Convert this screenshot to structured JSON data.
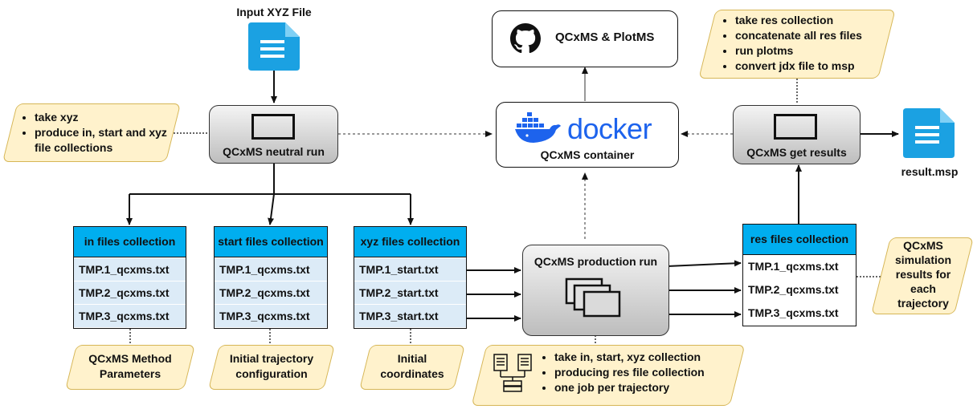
{
  "input_file": {
    "label": "Input XYZ File"
  },
  "result_file": {
    "label": "result.msp"
  },
  "neutral_run": {
    "label": "QCxMS neutral run"
  },
  "production_run": {
    "label": "QCxMS production run"
  },
  "get_results": {
    "label": "QCxMS get results"
  },
  "container": {
    "logo_text": "docker",
    "label": "QCxMS container"
  },
  "github": {
    "label": "QCxMS & PlotMS"
  },
  "collections": {
    "in_files": {
      "title": "in files collection",
      "rows": [
        "TMP.1_qcxms.txt",
        "TMP.2_qcxms.txt",
        "TMP.3_qcxms.txt"
      ]
    },
    "start_files": {
      "title": "start files collection",
      "rows": [
        "TMP.1_qcxms.txt",
        "TMP.2_qcxms.txt",
        "TMP.3_qcxms.txt"
      ]
    },
    "xyz_files": {
      "title": "xyz files collection",
      "rows": [
        "TMP.1_start.txt",
        "TMP.2_start.txt",
        "TMP.3_start.txt"
      ]
    },
    "res_files": {
      "title": "res files collection",
      "rows": [
        "TMP.1_qcxms.txt",
        "TMP.2_qcxms.txt",
        "TMP.3_qcxms.txt"
      ]
    }
  },
  "notes": {
    "neutral": [
      "take xyz",
      "produce in, start and xyz file collections"
    ],
    "get_results": [
      "take res collection",
      "concatenate all res files",
      "run plotms",
      "convert jdx file to msp"
    ],
    "production": [
      "take in, start, xyz collection",
      "producing res file collection",
      "one job per trajectory"
    ],
    "method": "QCxMS Method Parameters",
    "trajectory": "Initial trajectory configuration",
    "coordinates": "Initial coordinates",
    "simulation": "QCxMS simulation results for each trajectory"
  },
  "colors": {
    "accent": "#00aeef",
    "note_fill": "#fff2cc",
    "note_border": "#d6b656",
    "row_fill": "#dcebf7"
  },
  "icons": [
    "document-icon",
    "window-icon",
    "stacked-windows-icon",
    "docker-whale-icon",
    "github-icon",
    "server-files-icon"
  ]
}
